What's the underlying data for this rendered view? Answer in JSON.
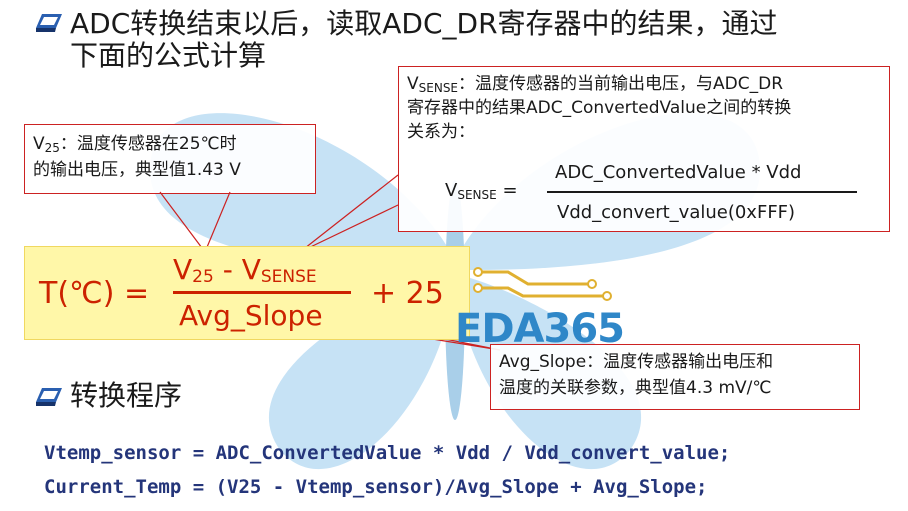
{
  "title": {
    "line1": "ADC转换结束以后，读取ADC_DR寄存器中的结果，通过",
    "line2": "下面的公式计算"
  },
  "v25_box": {
    "label_main": "V",
    "label_sub": "25",
    "text1": "：温度传感器在25℃时",
    "text2": "的输出电压，典型值1.43 V"
  },
  "vsense_box": {
    "label_main": "V",
    "label_sub": "SENSE",
    "text1": "：温度传感器的当前输出电压，与ADC_DR",
    "text2": "寄存器中的结果ADC_ConvertedValue之间的转换",
    "text3": "关系为：",
    "formula_lhs_main": "V",
    "formula_lhs_sub": "SENSE",
    "formula_eq": "=",
    "numerator": "ADC_ConvertedValue * Vdd",
    "denominator": "Vdd_convert_value(0xFFF)"
  },
  "main_formula": {
    "lhs": "T(℃) =",
    "num_v25_main": "V",
    "num_v25_sub": "25",
    "num_minus": " - V",
    "num_sense_sub": "SENSE",
    "denominator": "Avg_Slope",
    "plus": "+ 25"
  },
  "slope_box": {
    "text1": "Avg_Slope：温度传感器输出电压和",
    "text2": "温度的关联参数，典型值4.3 mV/℃"
  },
  "section": {
    "heading": "转换程序"
  },
  "code": {
    "line1": "Vtemp_sensor = ADC_ConvertedValue * Vdd / Vdd_convert_value;",
    "line2": "Current_Temp = (V25 - Vtemp_sensor)/Avg_Slope + Avg_Slope;"
  },
  "watermark": {
    "text": "EDA365"
  },
  "colors": {
    "title_bullet": "#2a5fb0",
    "callout_border": "#cc2222",
    "formula_text": "#cc2200",
    "formula_box": "#fff7a8",
    "code_text": "#24357a",
    "watermark": "#2f87c8",
    "butterfly": "#b8d9f0"
  }
}
